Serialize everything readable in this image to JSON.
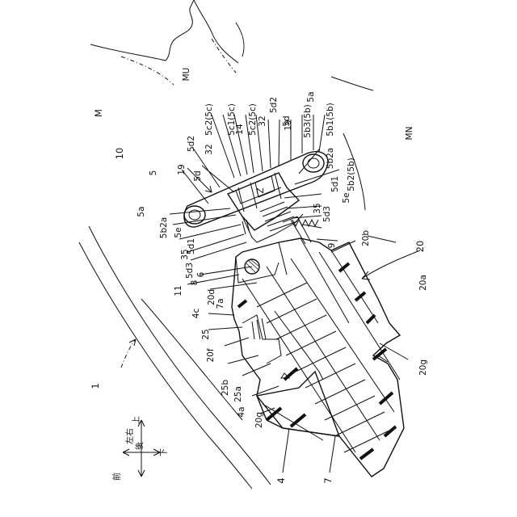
{
  "labels": {
    "l_1": "1",
    "l_4": "4",
    "l_4a": "4a",
    "l_4c": "4c",
    "l_5": "5",
    "l_5a_left": "5a",
    "l_5a_right": "5a",
    "l_5b1": "5b1(5b)",
    "l_5b2_left": "5b2a",
    "l_5b2a_right": "5b2a",
    "l_5b2b": "5b2(5b)",
    "l_5b3": "5b3(5b)",
    "l_5c1": "5c1(5c)",
    "l_5c2a": "5c2(5c)",
    "l_5c2b": "5c2(5c)",
    "l_5d_left": "5d",
    "l_5d_right": "5d",
    "l_5d1_left": "5d1",
    "l_5d1_right": "5d1",
    "l_5d2_left": "5d2",
    "l_5d2_right": "5d2",
    "l_5d3_left": "5d3",
    "l_5d3_right": "5d3",
    "l_5e_left": "5e",
    "l_5e_right": "5e",
    "l_6": "6",
    "l_7": "7",
    "l_7a": "7a",
    "l_8": "8",
    "l_9": "9",
    "l_10": "10",
    "l_11": "11",
    "l_14": "14",
    "l_19_left": "19",
    "l_19_right": "19",
    "l_20_right": "20",
    "l_20a": "20a",
    "l_20b": "20b",
    "l_20d": "20d",
    "l_20f": "20f",
    "l_20g_left": "20g",
    "l_20g_right": "20g",
    "l_25": "25",
    "l_25a": "25a",
    "l_25b": "25b",
    "l_32_left": "32",
    "l_32_right": "32",
    "l_35_left": "35",
    "l_35_right": "35",
    "l_M": "M",
    "l_MU": "MU",
    "l_MN": "MN",
    "l_Z": "Z"
  },
  "direction_legend": {
    "up": "上",
    "down": "下",
    "front": "前",
    "back": "後",
    "left_right": "左右"
  }
}
